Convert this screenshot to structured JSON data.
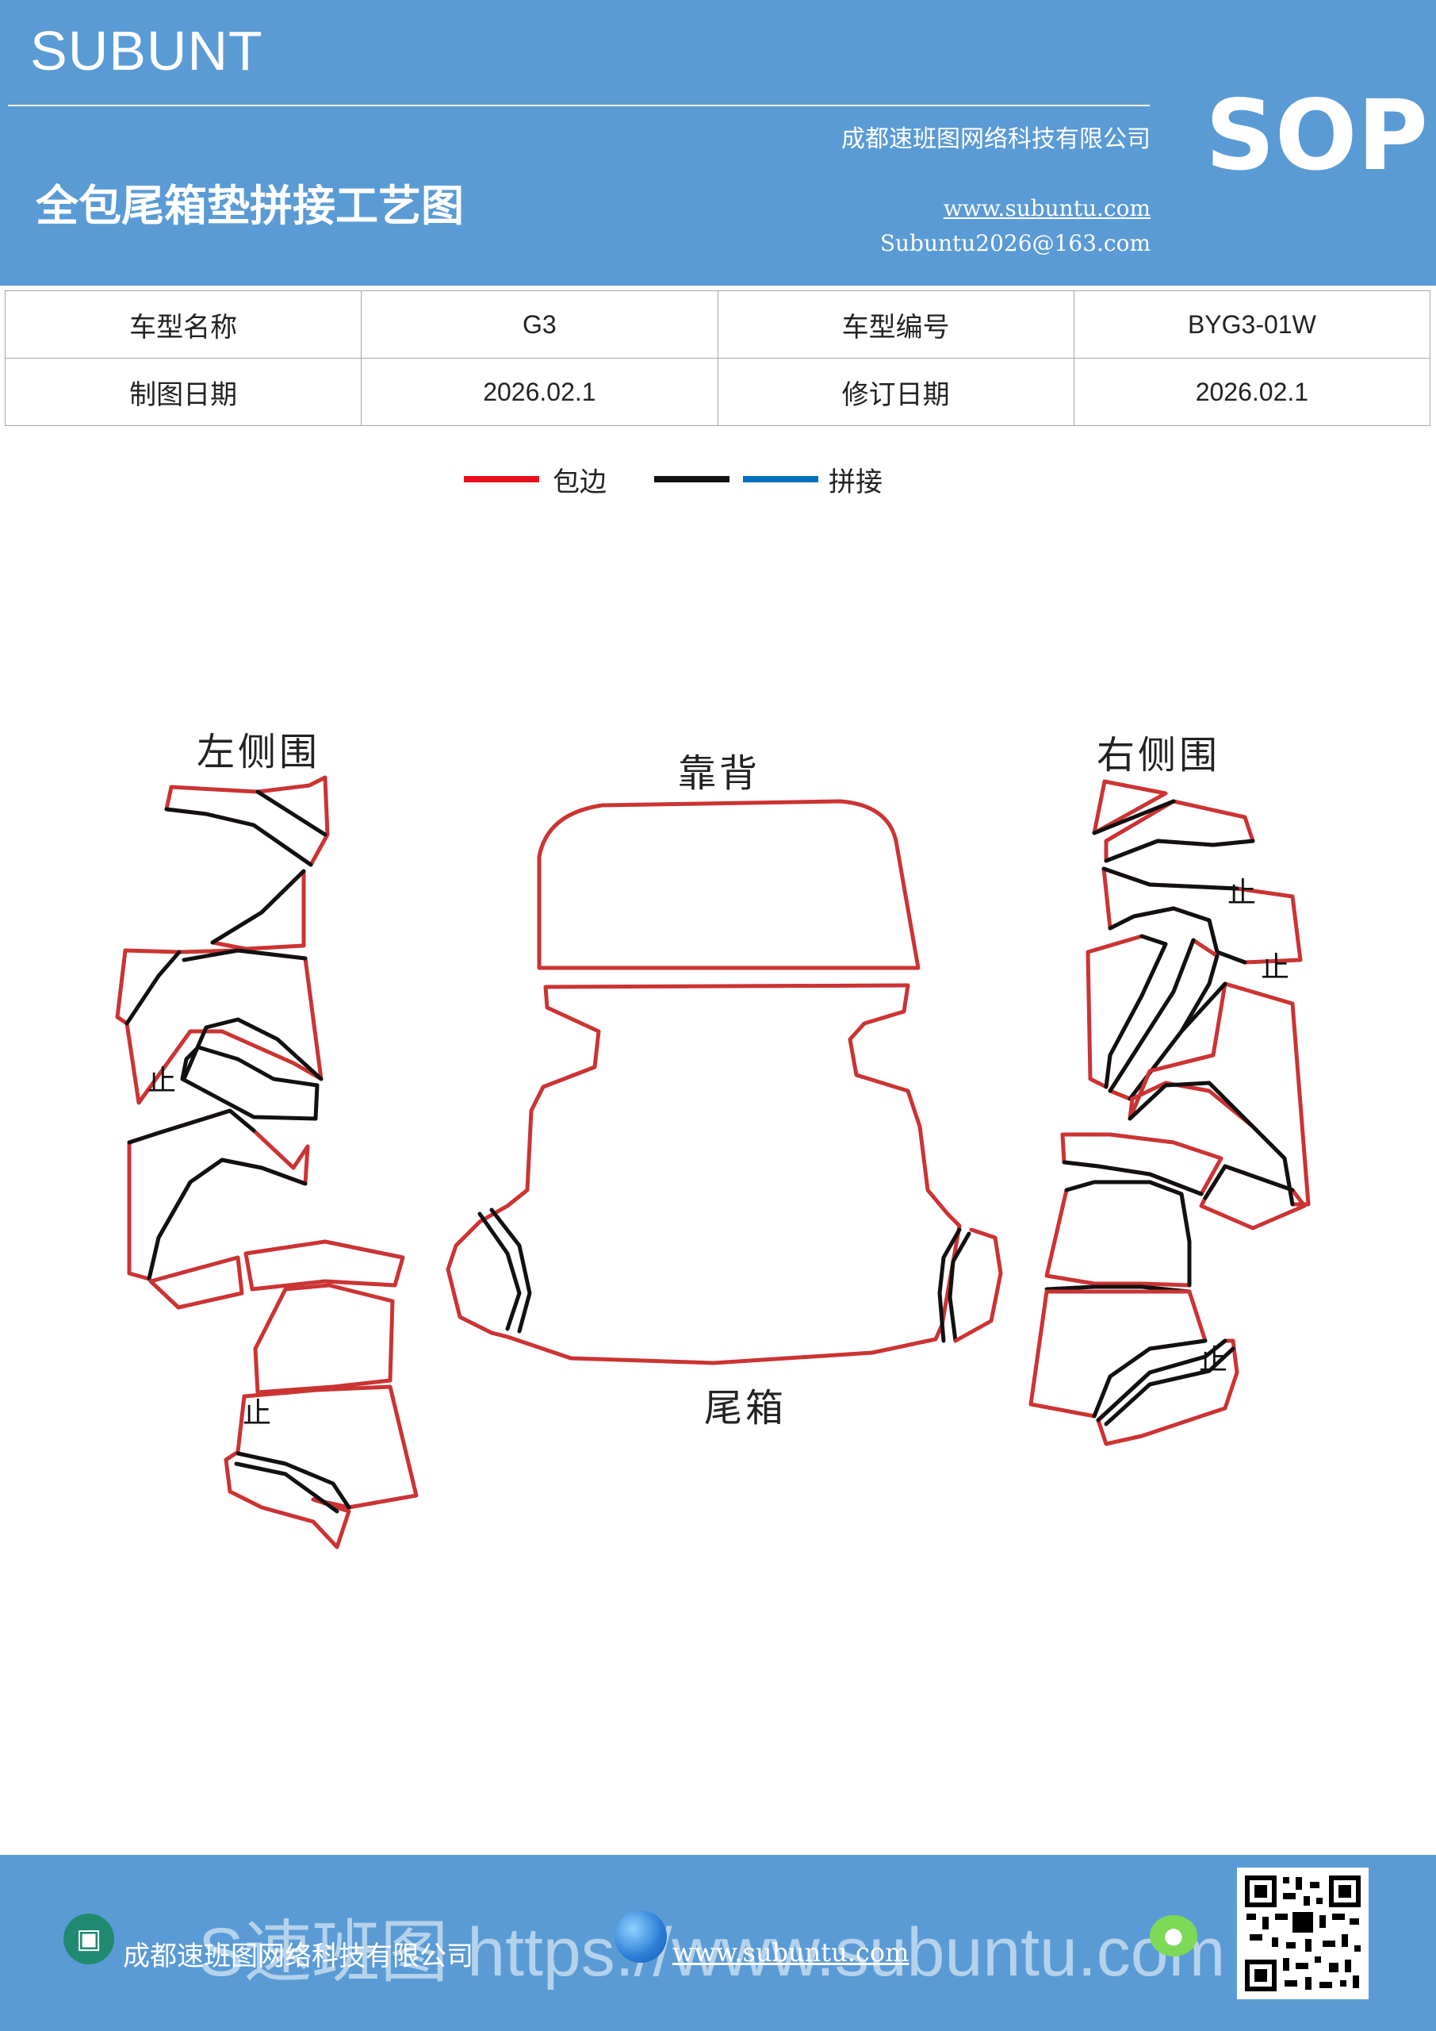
{
  "header": {
    "brand": "SUBUNT",
    "company": "成都速班图网络科技有限公司",
    "title": "全包尾箱垫拼接工艺图",
    "website": "www.subuntu.com",
    "email": "Subuntu2026@163.com",
    "badge": "SOP"
  },
  "info_table": {
    "rows": [
      [
        {
          "label": "车型名称"
        },
        {
          "value": "G3"
        },
        {
          "label": "车型编号"
        },
        {
          "value": "BYG3-01W"
        }
      ],
      [
        {
          "label": "制图日期"
        },
        {
          "value": "2026.02.1"
        },
        {
          "label": "修订日期"
        },
        {
          "value": "2026.02.1"
        }
      ]
    ]
  },
  "legend": {
    "edge_label": "包边",
    "splice_label": "拼接",
    "colors": {
      "edge": "#e8101a",
      "splice_black": "#111111",
      "splice_blue": "#0070c0"
    }
  },
  "diagram": {
    "left_side_label": "左侧围",
    "back_label": "靠背",
    "right_side_label": "右侧围",
    "trunk_label": "尾箱",
    "stop_mark": "止"
  },
  "footer": {
    "company": "成都速班图网络科技有限公司",
    "website": "www.subuntu.com",
    "watermark": "S速班图 https://www.subuntu.com"
  }
}
